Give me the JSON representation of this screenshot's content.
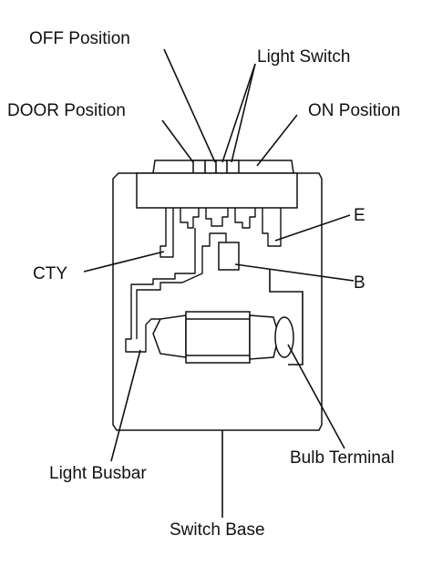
{
  "labels": {
    "off_position": "OFF Position",
    "light_switch": "Light Switch",
    "door_position": "DOOR Position",
    "on_position": "ON Position",
    "e": "E",
    "cty": "CTY",
    "b": "B",
    "light_busbar": "Light Busbar",
    "bulb_terminal": "Bulb Terminal",
    "switch_base": "Switch Base"
  }
}
